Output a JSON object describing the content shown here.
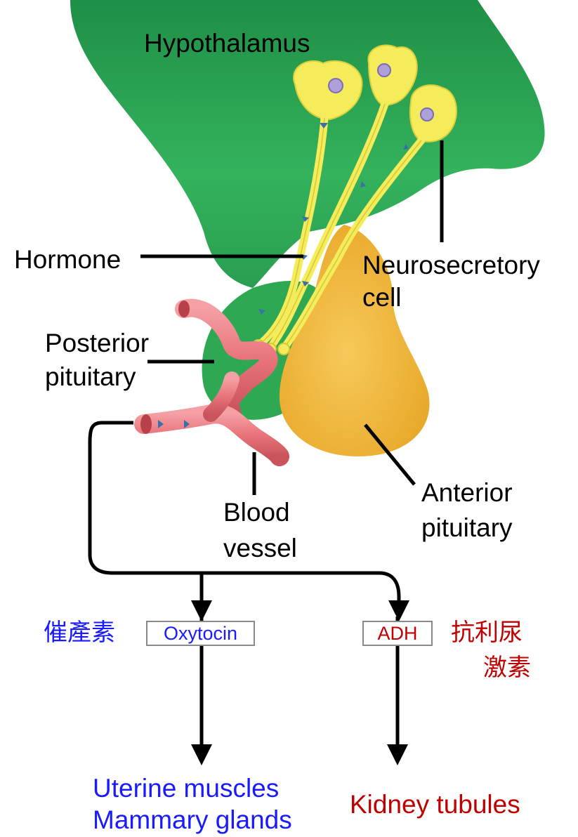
{
  "labels": {
    "hypothalamus": "Hypothalamus",
    "hormone": "Hormone",
    "neurosecretory_line1": "Neurosecretory",
    "neurosecretory_line2": "cell",
    "posterior_line1": "Posterior",
    "posterior_line2": "pituitary",
    "blood_line1": "Blood",
    "blood_line2": "vessel",
    "anterior_line1": "Anterior",
    "anterior_line2": "pituitary"
  },
  "outputs": {
    "oxytocin": {
      "chinese": "催產素",
      "name": "Oxytocin",
      "targets": [
        "Uterine muscles",
        "Mammary glands"
      ],
      "color": "#1a1aff"
    },
    "adh": {
      "chinese_line1": "抗利尿",
      "chinese_line2": "激素",
      "name": "ADH",
      "target": "Kidney tubules",
      "color": "#c00000"
    }
  },
  "colors": {
    "hypothalamus": "#2ea853",
    "posterior_pituitary": "#2ea853",
    "anterior_pituitary": "#f2bb3c",
    "neuron": "#f5ec5c",
    "blood_vessel": "#e8737a"
  }
}
